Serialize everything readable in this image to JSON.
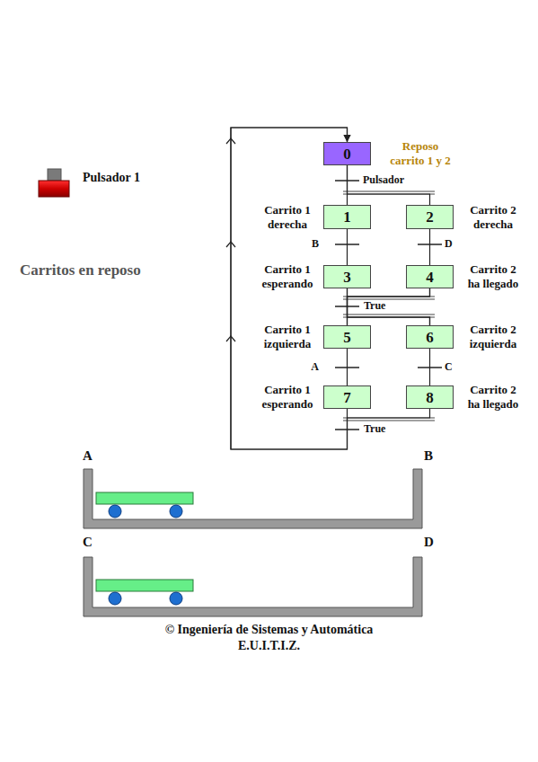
{
  "diagram": {
    "nodes": [
      {
        "text": [
          "0",
          "Reposo carrito 1 y 2"
        ]
      },
      {
        "text": [
          "1",
          "Carrito 1 derecha"
        ]
      },
      {
        "text": [
          "2",
          "Carrito 2 derecha"
        ]
      },
      {
        "text": [
          "3",
          "Carrito 1 esperando"
        ]
      },
      {
        "text": [
          "4",
          "Carrito 2 ha llegado"
        ]
      },
      {
        "text": [
          "5",
          "Carrito 1 izquierda"
        ]
      },
      {
        "text": [
          "6",
          "Carrito 2 izquierda"
        ]
      },
      {
        "text": [
          "7",
          "Carrito 1 esperando"
        ]
      },
      {
        "text": [
          "8",
          "Carrito 2 ha llegado"
        ]
      }
    ],
    "edges": [
      {
        "from": 0,
        "to": 1,
        "label": "Pulsador",
        "arrow": "none"
      },
      {
        "from": 0,
        "to": 2,
        "arrow": "none"
      },
      {
        "from": 1,
        "to": 3,
        "label": "B",
        "arrow": "none"
      },
      {
        "from": 2,
        "to": 4,
        "label": "D",
        "arrow": "none"
      },
      {
        "from": 3,
        "to": 5,
        "label": "True",
        "arrow": "none"
      },
      {
        "from": 3,
        "to": 6,
        "arrow": "none"
      },
      {
        "from": 4,
        "to": 5,
        "arrow": "none"
      },
      {
        "from": 4,
        "to": 6,
        "arrow": "none"
      },
      {
        "from": 5,
        "to": 7,
        "label": "A",
        "arrow": "none"
      },
      {
        "from": 6,
        "to": 8,
        "label": "C",
        "arrow": "none"
      },
      {
        "from": 7,
        "to": 0,
        "label": "True",
        "arrow": "to"
      },
      {
        "from": 8,
        "to": 0,
        "arrow": "to"
      }
    ],
    "labels": [
      "Pulsador 1",
      "Carritos en reposo",
      "A",
      "B",
      "C",
      "D",
      "© Ingeniería de Sistemas y Automática",
      "E.U.I.T.I.Z."
    ]
  }
}
